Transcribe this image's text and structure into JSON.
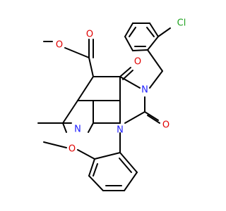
{
  "atoms": {
    "cl": {
      "label": "Cl",
      "color": "#1fa21f"
    },
    "o_ester_carbonyl": {
      "label": "O",
      "color": "#e00000"
    },
    "o_ester_ether": {
      "label": "O",
      "color": "#e00000"
    },
    "o_c4": {
      "label": "O",
      "color": "#e00000"
    },
    "o_c2": {
      "label": "O",
      "color": "#e00000"
    },
    "o_methoxy": {
      "label": "O",
      "color": "#e00000"
    },
    "n3": {
      "label": "N",
      "color": "#2020ff"
    },
    "n8": {
      "label": "N",
      "color": "#2020ff"
    },
    "n1": {
      "label": "N",
      "color": "#2020ff"
    }
  }
}
